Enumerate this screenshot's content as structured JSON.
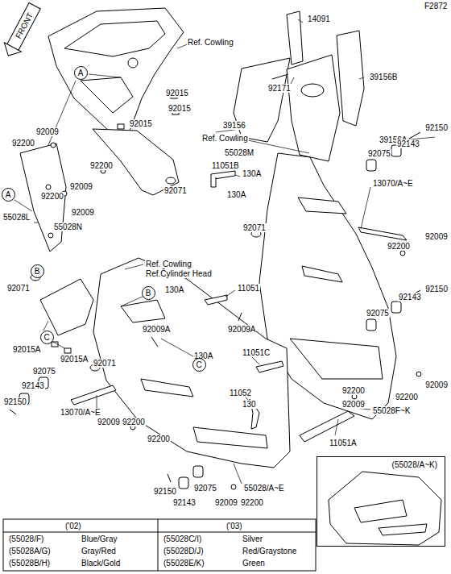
{
  "diagram": {
    "nodes": [
      {
        "text": [
          "A"
        ]
      },
      {
        "text": [
          "A"
        ]
      },
      {
        "text": [
          "B"
        ]
      },
      {
        "text": [
          "B"
        ]
      },
      {
        "text": [
          "C"
        ]
      },
      {
        "text": [
          "C"
        ]
      },
      {
        "text": [
          "(55028/A~K)"
        ]
      }
    ],
    "labels": [
      "F2872",
      "FRONT",
      "Ref. Cowling",
      "14091",
      "92171",
      "39156B",
      "92015",
      "92015",
      "92015",
      "39156",
      "39156A",
      "92150",
      "92143",
      "92009",
      "92200",
      "55028M",
      "Ref. Cowling",
      "92075",
      "92200",
      "92009",
      "92200",
      "92009",
      "11051B",
      "130A",
      "130A",
      "92071",
      "13070/A~E",
      "55028L",
      "55028N",
      "92071",
      "92009",
      "92200",
      "92071",
      "Ref. Cowling",
      "Ref.Cylinder Head",
      "11051",
      "92150",
      "92143",
      "130A",
      "92075",
      "92009A",
      "92009A",
      "130A",
      "92015A",
      "92015A",
      "92071",
      "11051C",
      "92075",
      "92009",
      "92143",
      "92150",
      "92200",
      "92200",
      "92009",
      "11052",
      "130",
      "55028F~K",
      "13070/A~E",
      "92009",
      "92200",
      "11051A",
      "92200",
      "92150",
      "92143",
      "92075",
      "92009",
      "92200",
      "55028/A~E",
      "('02)",
      "('03)",
      "(55028/F)",
      "Blue/Gray",
      "(55028C/I)",
      "Silver",
      "(55028A/G)",
      "Gray/Red",
      "(55028D/J)",
      "Red/Graystone",
      "(55028B/H)",
      "Black/Gold",
      "(55028E/K)",
      "Green"
    ]
  }
}
